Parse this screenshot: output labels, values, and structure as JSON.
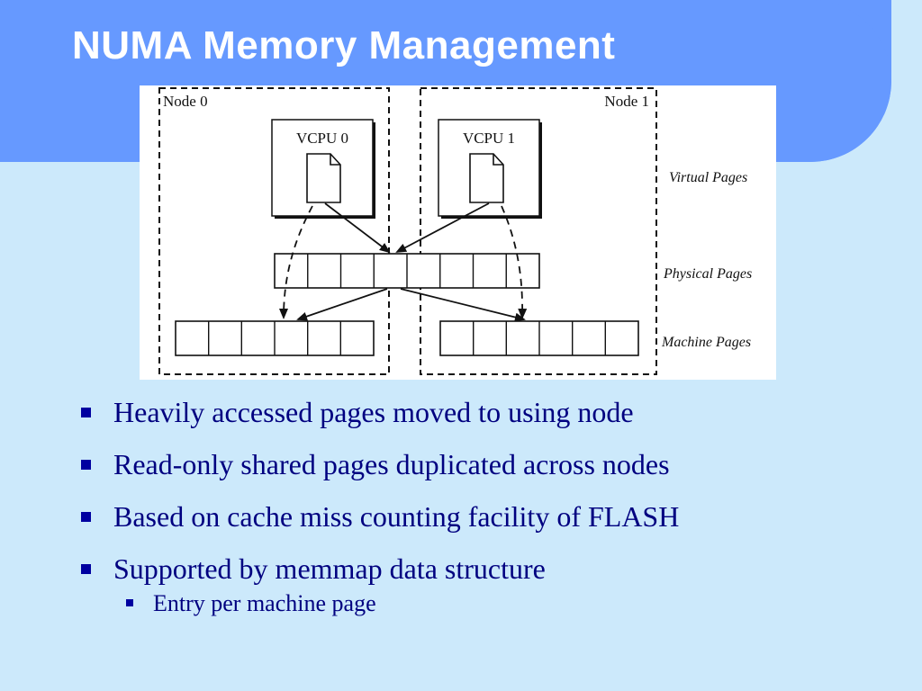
{
  "slide": {
    "title": "NUMA Memory Management"
  },
  "diagram": {
    "node0_label": "Node 0",
    "node1_label": "Node 1",
    "vcpu0_label": "VCPU 0",
    "vcpu1_label": "VCPU 1",
    "layer_virtual": "Virtual Pages",
    "layer_physical": "Physical Pages",
    "layer_machine": "Machine Pages",
    "physical_page_count": 8,
    "machine_pages_per_node": 6
  },
  "bullets": [
    {
      "text": "Heavily accessed pages moved to using node"
    },
    {
      "text": "Read-only shared pages duplicated across nodes"
    },
    {
      "text": "Based on cache miss counting facility of FLASH"
    },
    {
      "text": "Supported by memmap data structure",
      "sub": [
        {
          "text": "Entry per machine page"
        }
      ]
    }
  ],
  "colors": {
    "background": "#cce9fb",
    "header": "#6699ff",
    "title": "#ffffff",
    "bullet_text": "#000080"
  }
}
